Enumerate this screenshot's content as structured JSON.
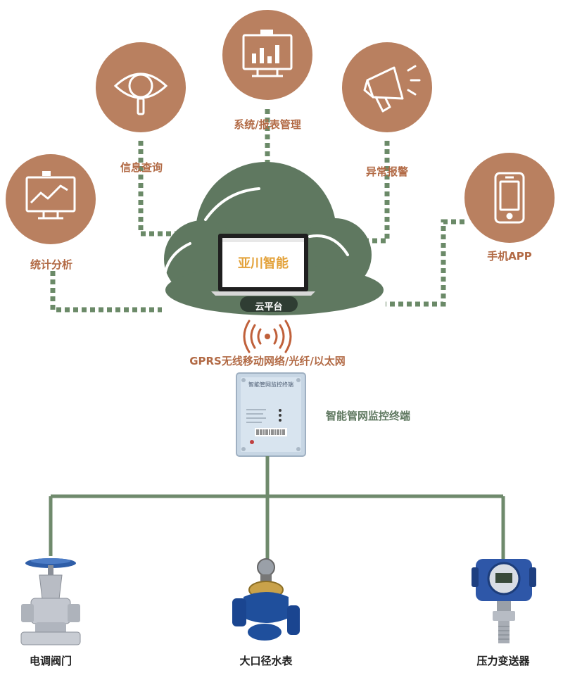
{
  "nodes": {
    "stats": {
      "label": "统计分析",
      "icon": "trend-chart-icon"
    },
    "info": {
      "label": "信息查询",
      "icon": "eye-magnifier-icon"
    },
    "system": {
      "label": "系统/报表管理",
      "icon": "monitor-barchart-icon"
    },
    "alarm": {
      "label": "异常报警",
      "icon": "megaphone-icon"
    },
    "app": {
      "label": "手机APP",
      "icon": "smartphone-icon"
    }
  },
  "cloud": {
    "screen_text": "亚川智能",
    "label": "云平台"
  },
  "network": {
    "label": "GPRS无线移动网络/光纤/以太网",
    "icon": "wireless-signal-icon"
  },
  "terminal": {
    "label": "智能管网监控终端",
    "device_title": "智能管网监控终端"
  },
  "devices": [
    {
      "label": "电调阀门",
      "icon": "gate-valve-icon"
    },
    {
      "label": "大口径水表",
      "icon": "water-meter-icon"
    },
    {
      "label": "压力变送器",
      "icon": "pressure-transmitter-icon"
    }
  ],
  "colors": {
    "node_brown": "#b98060",
    "label_brown": "#b26a45",
    "cloud_green": "#5f7860",
    "line_green": "#6f8a6c",
    "dotted_green": "#6b8a68"
  }
}
